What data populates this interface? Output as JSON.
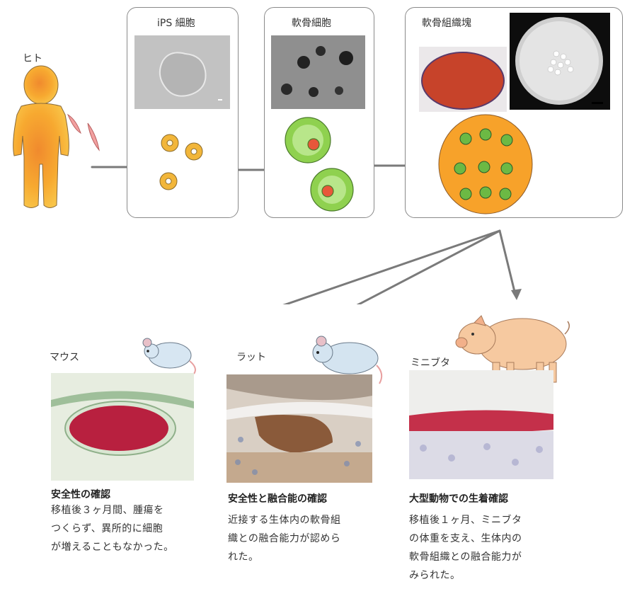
{
  "top": {
    "human_label": "ヒト",
    "panels": [
      {
        "title": "iPS 細胞"
      },
      {
        "title": "軟骨細胞"
      },
      {
        "title": "軟骨組織塊"
      }
    ]
  },
  "animals": [
    {
      "label": "マウス",
      "heading": "安全性の確認",
      "text_lines": [
        "移植後３ヶ月間、腫瘍を",
        "つくらず、異所的に細胞",
        "が増えることもなかった。"
      ]
    },
    {
      "label": "ラット",
      "heading": "安全性と融合能の確認",
      "text_lines": [
        "近接する生体内の軟骨組",
        "織との融合能力が認めら",
        "れた。"
      ]
    },
    {
      "label": "ミニブタ",
      "heading": "大型動物での生着確認",
      "text_lines": [
        "移植後１ヶ月、ミニブタ",
        "の体重を支え、生体内の",
        "軟骨組織との融合能力が",
        "みられた。"
      ]
    }
  ],
  "colors": {
    "panel_border": "#8a8a8a",
    "arrow": "#7a7a7a",
    "safranin_red": "#b8203f",
    "human_orange": "#f5a623",
    "green_cell": "#7cc243",
    "pig_pink": "#f4c39a",
    "mouse_blue": "#cfe2f0"
  }
}
